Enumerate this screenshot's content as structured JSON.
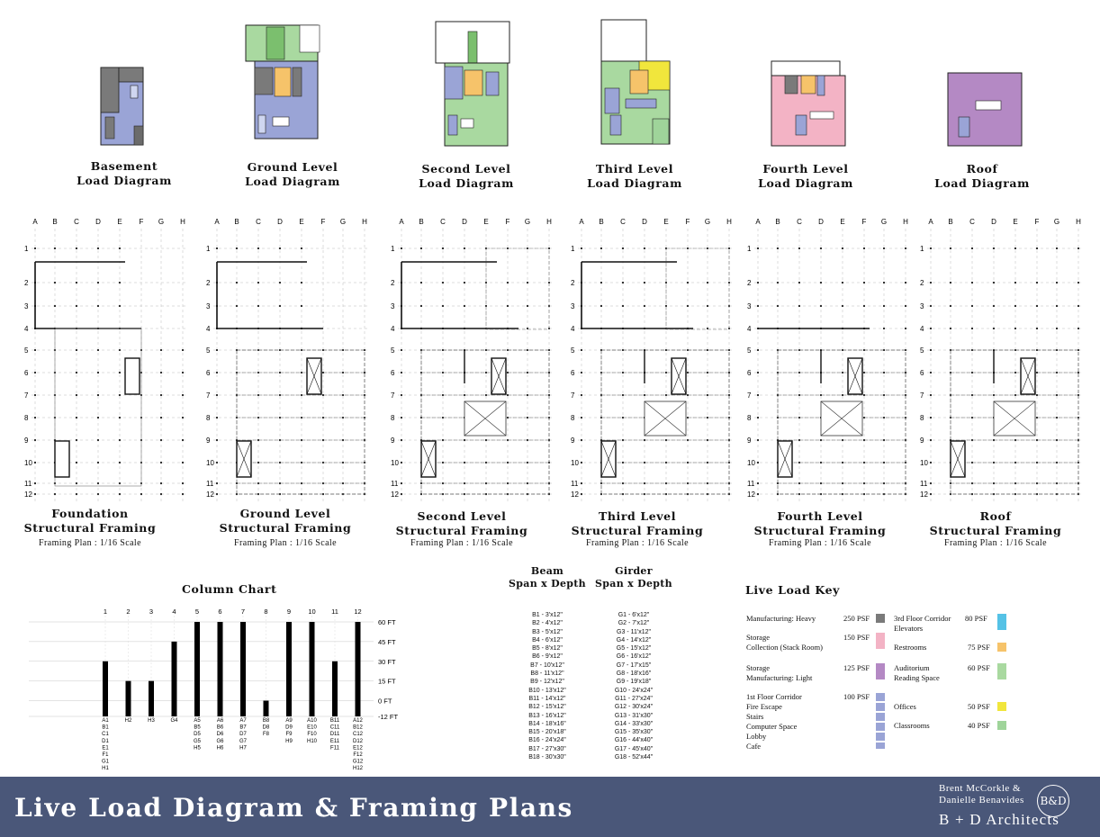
{
  "colors": {
    "manufacturing_heavy": "#7a7a7a",
    "storage_collection": "#f3b3c5",
    "storage_manufacturing": "#b489c4",
    "corridor": "#9aa4d6",
    "corridor_3rd": "#55c2e6",
    "restrooms": "#f6c36a",
    "auditorium": "#a9d9a0",
    "offices": "#f1e63c",
    "classrooms": "#9fd49a",
    "footer": "#4a5779"
  },
  "load_diagrams": [
    {
      "line1": "Basement",
      "line2": "Load Diagram"
    },
    {
      "line1": "Ground Level",
      "line2": "Load Diagram"
    },
    {
      "line1": "Second Level",
      "line2": "Load Diagram"
    },
    {
      "line1": "Third Level",
      "line2": "Load Diagram"
    },
    {
      "line1": "Fourth Level",
      "line2": "Load Diagram"
    },
    {
      "line1": "Roof",
      "line2": "Load Diagram"
    }
  ],
  "framing_plans": [
    {
      "line1": "Foundation",
      "line2": "Structural Framing",
      "scale": "Framing Plan : 1/16 Scale"
    },
    {
      "line1": "Ground Level",
      "line2": "Structural Framing",
      "scale": "Framing Plan : 1/16 Scale"
    },
    {
      "line1": "Second Level",
      "line2": "Structural Framing",
      "scale": "Framing Plan : 1/16 Scale"
    },
    {
      "line1": "Third Level",
      "line2": "Structural Framing",
      "scale": "Framing Plan : 1/16 Scale"
    },
    {
      "line1": "Fourth Level",
      "line2": "Structural Framing",
      "scale": "Framing Plan : 1/16 Scale"
    },
    {
      "line1": "Roof",
      "line2": "Structural Framing",
      "scale": "Framing Plan : 1/16 Scale"
    }
  ],
  "grid": {
    "cols": [
      "A",
      "B",
      "C",
      "D",
      "E",
      "F",
      "G",
      "H"
    ],
    "rows": [
      "1",
      "2",
      "3",
      "4",
      "5",
      "6",
      "7",
      "8",
      "9",
      "10",
      "11",
      "12"
    ]
  },
  "column_chart": {
    "title": "Column Chart",
    "chart_data": {
      "type": "bar",
      "categories": [
        "1",
        "2",
        "3",
        "4",
        "5",
        "6",
        "7",
        "8",
        "9",
        "10",
        "11",
        "12"
      ],
      "values": [
        30,
        15,
        15,
        45,
        60,
        60,
        60,
        0,
        60,
        60,
        30,
        60
      ],
      "ylim": [
        -12,
        60
      ],
      "yticks": [
        60,
        45,
        30,
        15,
        0,
        -12
      ],
      "ytick_labels": [
        "60 FT",
        "45 FT",
        "30 FT",
        "15 FT",
        "0 FT",
        "-12 FT"
      ],
      "column_labels": [
        [
          "A1",
          "B1",
          "C1",
          "D1",
          "E1",
          "F1",
          "G1",
          "H1"
        ],
        [
          "H2"
        ],
        [
          "H3"
        ],
        [
          "G4"
        ],
        [
          "A5",
          "B5",
          "D5",
          "G5",
          "H5"
        ],
        [
          "A6",
          "B6",
          "D6",
          "G6",
          "H6"
        ],
        [
          "A7",
          "B7",
          "D7",
          "G7",
          "H7"
        ],
        [
          "B8",
          "D8",
          "F8"
        ],
        [
          "A9",
          "D9",
          "F9",
          "H9"
        ],
        [
          "A10",
          "E10",
          "F10",
          "H10"
        ],
        [
          "B11",
          "C11",
          "D11",
          "E11",
          "F11"
        ],
        [
          "A12",
          "B12",
          "C12",
          "D12",
          "E12",
          "F12",
          "G12",
          "H12"
        ]
      ],
      "grid": true
    }
  },
  "beams": {
    "head1": "Beam",
    "head2": "Span x Depth",
    "items": [
      "B1 - 3'x12\"",
      "B2 - 4'x12\"",
      "B3 - 5'x12\"",
      "B4 - 6'x12\"",
      "B5 - 8'x12\"",
      "B6 - 9'x12\"",
      "B7 - 10'x12\"",
      "B8 - 11'x12\"",
      "B9 - 12'x12\"",
      "B10 - 13'x12\"",
      "B11 - 14'x12\"",
      "B12 - 15'x12\"",
      "B13 - 16'x12\"",
      "B14 - 18'x16\"",
      "B15 - 20'x18\"",
      "B16 - 24'x24\"",
      "B17 - 27'x30\"",
      "B18 - 30'x30\""
    ]
  },
  "girders": {
    "head1": "Girder",
    "head2": "Span x Depth",
    "items": [
      "G1 - 6'x12\"",
      "G2 - 7'x12\"",
      "G3 - 11'x12\"",
      "G4 - 14'x12\"",
      "G5 - 15'x12\"",
      "G6 - 16'x12\"",
      "G7 - 17'x15\"",
      "G8 - 18'x16\"",
      "G9 - 19'x18\"",
      "G10 - 24'x24\"",
      "G11 - 27'x24\"",
      "G12 - 30'x24\"",
      "G13 - 31'x30\"",
      "G14 - 33'x30\"",
      "G15 - 35'x30\"",
      "G16 - 44'x40\"",
      "G17 - 45'x40\"",
      "G18 - 52'x44\""
    ]
  },
  "live_load_key": {
    "title": "Live Load Key",
    "left": [
      {
        "label": "Manufacturing: Heavy",
        "psf": "250 PSF",
        "color": "#7a7a7a"
      },
      {
        "label": "Storage\nCollection (Stack Room)",
        "psf": "150 PSF",
        "color": "#f3b3c5"
      },
      {
        "label": "Storage\nManufacturing: Light",
        "psf": "125 PSF",
        "color": "#b489c4"
      },
      {
        "label": "1st Floor Corridor\nFire Escape\nStairs\nComputer Space\nLobby\nCafe",
        "psf": "100 PSF",
        "color": "#9aa4d6"
      }
    ],
    "right": [
      {
        "label": "3rd Floor Corridor\nElevators",
        "psf": "80 PSF",
        "color": "#55c2e6"
      },
      {
        "label": "Restrooms",
        "psf": "75 PSF",
        "color": "#f6c36a"
      },
      {
        "label": "Auditorium\nReading Space",
        "psf": "60 PSF",
        "color": "#a9d9a0"
      },
      {
        "label": "Offices",
        "psf": "50 PSF",
        "color": "#f1e63c"
      },
      {
        "label": "Classrooms",
        "psf": "40 PSF",
        "color": "#9fd49a"
      }
    ]
  },
  "footer": {
    "title": "Live Load Diagram & Framing Plans",
    "author1": "Brent McCorkle  &",
    "author2": "Danielle Benavides",
    "firm": "B + D Architects",
    "logo": "B&D"
  }
}
